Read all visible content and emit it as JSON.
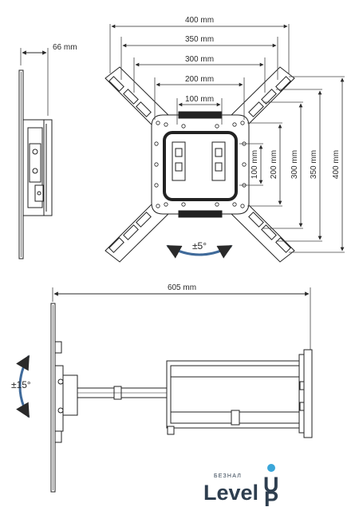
{
  "dimensions": {
    "depth_profile": "66 mm",
    "horizontal": [
      "400 mm",
      "350 mm",
      "300 mm",
      "200 mm",
      "100 mm"
    ],
    "vertical": [
      "100 mm",
      "200 mm",
      "300 mm",
      "350 mm",
      "400 mm"
    ],
    "extension": "605 mm"
  },
  "angles": {
    "rotation": "±5°",
    "tilt": "±15°"
  },
  "logo": {
    "small_text": "БЕЗНАЛ",
    "word": "Level",
    "suffix_glyph": "U",
    "suffix_small": "P",
    "accent_color": "#3aa6d9",
    "text_color": "#2e3e4f"
  }
}
